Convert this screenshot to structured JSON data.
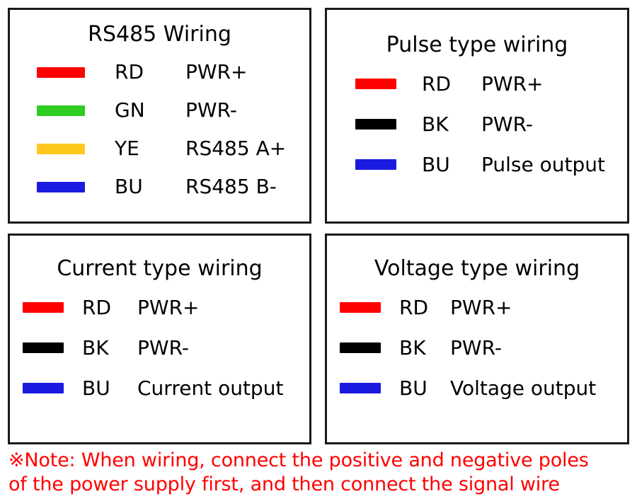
{
  "colors": {
    "red": "#ff0000",
    "green": "#2ecc1e",
    "yellow": "#ffc81e",
    "blue": "#1a1ae0",
    "black": "#000000",
    "note_red": "#ff0000",
    "border": "#1a1a1a",
    "background": "#ffffff"
  },
  "panels": [
    {
      "id": "rs485",
      "title": "RS485 Wiring",
      "rows": [
        {
          "swatch": "wire-swatch-red",
          "color": "#ff0000",
          "code": "RD",
          "function": "PWR+"
        },
        {
          "swatch": "wire-swatch-green",
          "color": "#2ecc1e",
          "code": "GN",
          "function": "PWR-"
        },
        {
          "swatch": "wire-swatch-yellow",
          "color": "#ffc81e",
          "code": "YE",
          "function": "RS485 A+"
        },
        {
          "swatch": "wire-swatch-blue",
          "color": "#1a1ae0",
          "code": "BU",
          "function": "RS485 B-"
        }
      ]
    },
    {
      "id": "pulse",
      "title": "Pulse type wiring",
      "rows": [
        {
          "swatch": "wire-swatch-red",
          "color": "#ff0000",
          "code": "RD",
          "function": "PWR+"
        },
        {
          "swatch": "wire-swatch-black",
          "color": "#000000",
          "code": "BK",
          "function": "PWR-"
        },
        {
          "swatch": "wire-swatch-blue",
          "color": "#1a1ae0",
          "code": "BU",
          "function": "Pulse output"
        }
      ]
    },
    {
      "id": "current",
      "title": "Current type wiring",
      "rows": [
        {
          "swatch": "wire-swatch-red",
          "color": "#ff0000",
          "code": "RD",
          "function": "PWR+"
        },
        {
          "swatch": "wire-swatch-black",
          "color": "#000000",
          "code": "BK",
          "function": "PWR-"
        },
        {
          "swatch": "wire-swatch-blue",
          "color": "#1a1ae0",
          "code": "BU",
          "function": "Current output"
        }
      ]
    },
    {
      "id": "voltage",
      "title": "Voltage type wiring",
      "rows": [
        {
          "swatch": "wire-swatch-red",
          "color": "#ff0000",
          "code": "RD",
          "function": "PWR+"
        },
        {
          "swatch": "wire-swatch-black",
          "color": "#000000",
          "code": "BK",
          "function": "PWR-"
        },
        {
          "swatch": "wire-swatch-blue",
          "color": "#1a1ae0",
          "code": "BU",
          "function": "Voltage output"
        }
      ]
    }
  ],
  "note": {
    "marker": "※",
    "line1": "※Note: When wiring, connect the positive and negative poles",
    "line2": "of the power supply first, and then connect the signal wire"
  }
}
